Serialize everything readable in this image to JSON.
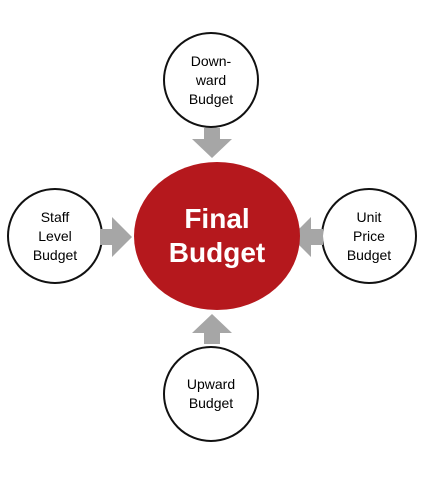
{
  "diagram": {
    "center": {
      "lines": [
        "Final",
        "Budget"
      ]
    },
    "nodes": {
      "top": {
        "lines": [
          "Down-",
          "ward",
          "Budget"
        ]
      },
      "left": {
        "lines": [
          "Staff",
          "Level",
          "Budget"
        ]
      },
      "right": {
        "lines": [
          "Unit",
          "Price",
          "Budget"
        ]
      },
      "bottom": {
        "lines": [
          "Upward",
          "Budget"
        ]
      }
    },
    "colors": {
      "center_fill": "#b5181d",
      "center_text": "#ffffff",
      "node_border": "#111111",
      "node_fill": "#ffffff",
      "arrow": "#a6a6a6"
    }
  }
}
